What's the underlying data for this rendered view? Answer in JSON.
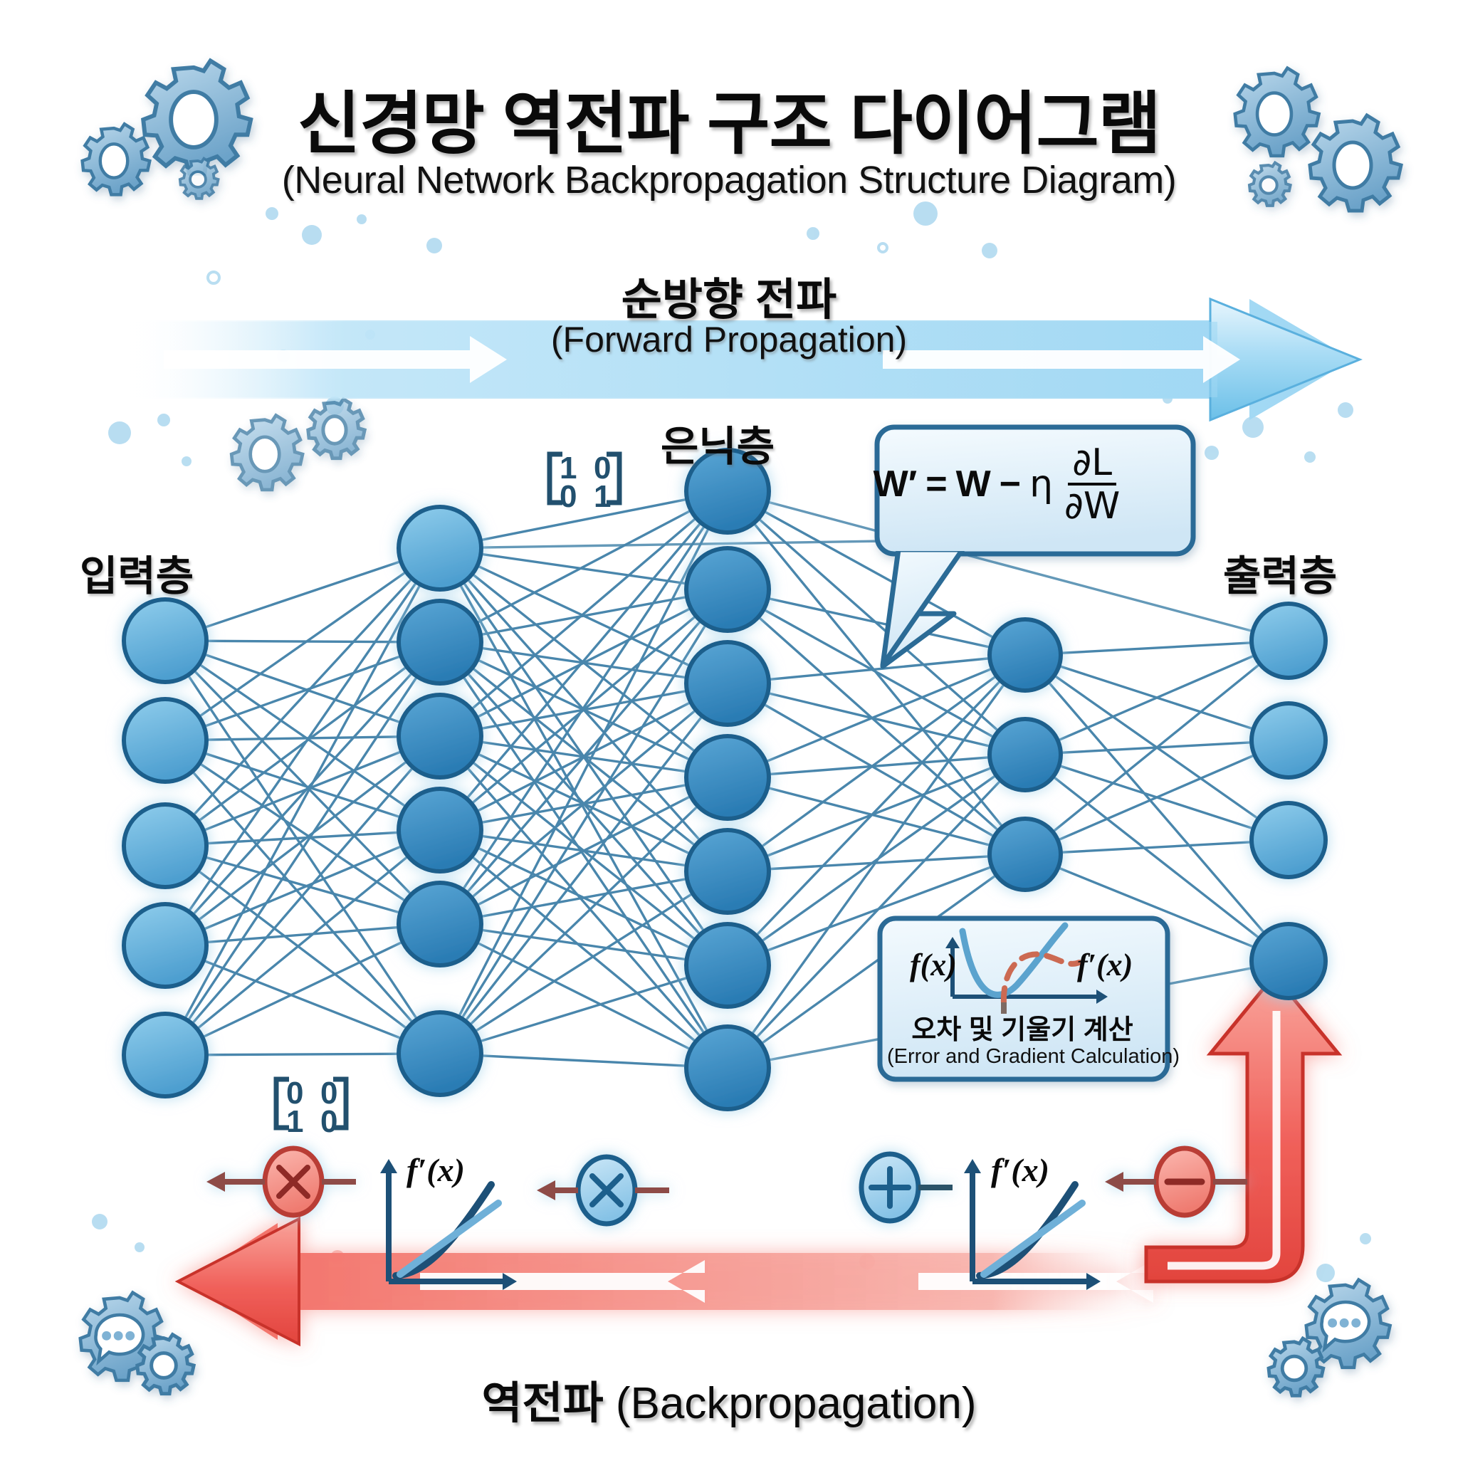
{
  "title": {
    "ko": "신경망 역전파 구조 다이어그램",
    "en": "(Neural Network Backpropagation Structure Diagram)"
  },
  "forward_banner": {
    "ko": "순방향 전파",
    "en": "(Forward Propagation)",
    "direction": "left-to-right",
    "color": "#9fd4f2"
  },
  "backward_banner": {
    "ko": "역전파",
    "en": "(Backpropagation)",
    "direction": "right-to-left",
    "color": "#f06a60"
  },
  "layers": {
    "input_label": "입력층",
    "hidden_label": "은닉층",
    "output_label": "출력층"
  },
  "formula_callout": {
    "w_prime": "W′",
    "equals": "=",
    "w": "W",
    "minus": "−",
    "eta": "η",
    "numerator": "∂L",
    "denominator": "∂W",
    "full_text": "W′ = W − η ∂L/∂W",
    "border_color": "#2b6b96"
  },
  "gradient_callout": {
    "fx_label": "f(x)",
    "fprime_label": "f′(x)",
    "ko": "오차 및 기울기 계산",
    "en": "(Error and Gradient Calculation)",
    "border_color": "#2b6b96"
  },
  "matrices": [
    {
      "name": "identity-matrix-top",
      "rows": [
        [
          "1",
          "0"
        ],
        [
          "0",
          "1"
        ]
      ]
    },
    {
      "name": "permutation-matrix-bottom",
      "rows": [
        [
          "0",
          "0"
        ],
        [
          "1",
          "0"
        ]
      ]
    }
  ],
  "operators": [
    {
      "name": "multiply-node-red",
      "glyph": "×",
      "color": "#f08a7e"
    },
    {
      "name": "multiply-node-blue",
      "glyph": "×",
      "color": "#9ecdea"
    },
    {
      "name": "add-node-blue",
      "glyph": "+",
      "color": "#9ecdea"
    },
    {
      "name": "subtract-node-red",
      "glyph": "−",
      "color": "#f08a7e"
    }
  ],
  "derivative_plots": [
    {
      "name": "derivative-plot-left",
      "label": "f′(x)"
    },
    {
      "name": "derivative-plot-right",
      "label": "f′(x)"
    }
  ],
  "colors": {
    "node_light": "#6fb8e0",
    "node_dark": "#3f8fc4",
    "node_stroke": "#1d5e8c",
    "edge": "#3a7ca5",
    "red": "#e8473f",
    "red_light": "#f4938c",
    "blue_banner": "#a9dcf5",
    "gear": "#7fb2d4",
    "text": "#0a0a0a"
  },
  "chart_data": {
    "type": "diagram",
    "title": "신경망 역전파 구조 다이어그램",
    "network": {
      "layer_sizes": [
        5,
        6,
        7,
        3,
        4
      ],
      "layer_names": [
        "입력층",
        "hidden-1",
        "은닉층",
        "hidden-3",
        "출력층"
      ],
      "fully_connected": true
    }
  }
}
